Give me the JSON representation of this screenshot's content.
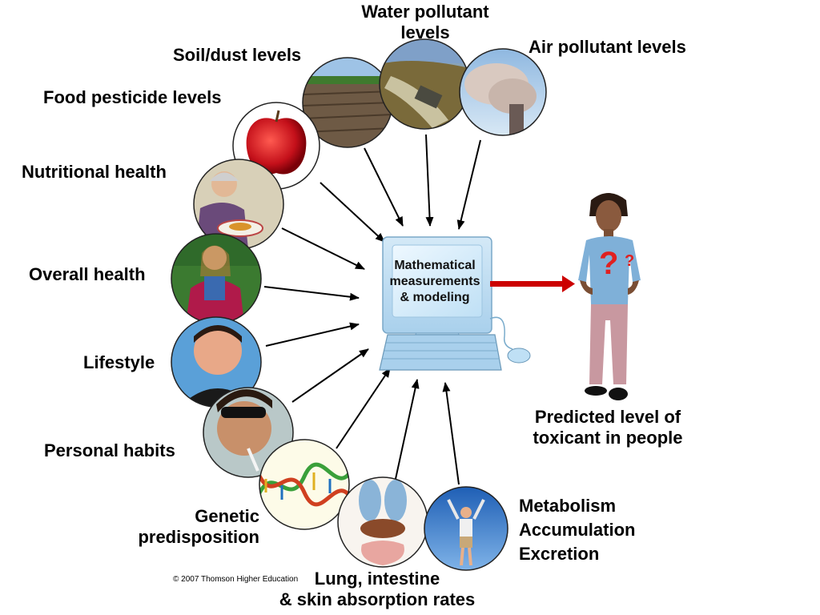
{
  "diagram": {
    "center_label": [
      "Mathematical",
      "measurements",
      "& modeling"
    ],
    "output_label": [
      "Predicted level of",
      "toxicant in people"
    ],
    "output_marks": [
      "?",
      "?"
    ],
    "copyright": "© 2007 Thomson Higher Education",
    "inputs": [
      {
        "id": "water",
        "lines": [
          "Water pollutant",
          "levels"
        ],
        "icon": "water-pollution-photo"
      },
      {
        "id": "air",
        "lines": [
          "Air pollutant levels"
        ],
        "icon": "smokestack-photo"
      },
      {
        "id": "soil",
        "lines": [
          "Soil/dust levels"
        ],
        "icon": "plowed-field-photo"
      },
      {
        "id": "food",
        "lines": [
          "Food pesticide levels"
        ],
        "icon": "apple-photo"
      },
      {
        "id": "nutrition",
        "lines": [
          "Nutritional health"
        ],
        "icon": "elderly-person-eating-photo"
      },
      {
        "id": "overall",
        "lines": [
          "Overall health"
        ],
        "icon": "jogger-photo"
      },
      {
        "id": "lifestyle",
        "lines": [
          "Lifestyle"
        ],
        "icon": "man-portrait-photo"
      },
      {
        "id": "habits",
        "lines": [
          "Personal habits"
        ],
        "icon": "smoker-photo"
      },
      {
        "id": "genetic",
        "lines": [
          "Genetic",
          "predisposition"
        ],
        "icon": "dna-helix-photo"
      },
      {
        "id": "absorption",
        "lines": [
          "Lung, intestine",
          "& skin absorption rates"
        ],
        "icon": "human-organs-photo"
      },
      {
        "id": "metabolism",
        "lines": [
          "Metabolism",
          "Accumulation",
          "Excretion"
        ],
        "icon": "hiker-arms-raised-photo"
      }
    ]
  }
}
